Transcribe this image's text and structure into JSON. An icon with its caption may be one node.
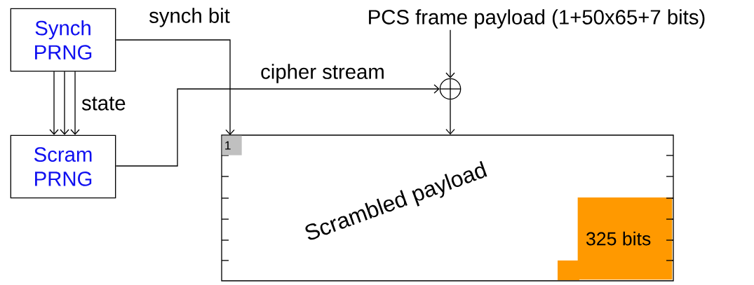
{
  "diagram": {
    "nodes": [
      {
        "text": [
          "Synch PRNG"
        ]
      },
      {
        "text": [
          "Scram PRNG"
        ]
      },
      {
        "text": [
          "Scrambled payload"
        ]
      },
      {
        "text": [
          "1"
        ],
        "in": 2
      },
      {
        "text": [
          "325 bits"
        ],
        "in": 2
      },
      {
        "text": [],
        "shape": "circle"
      },
      {
        "text": [
          "PCS frame payload (1+50x65+7 bits)"
        ]
      }
    ],
    "edges": [
      {
        "from": 0,
        "to": 1,
        "arrow": "to"
      },
      {
        "from": 0,
        "to": 1,
        "arrow": "to"
      },
      {
        "from": 0,
        "to": 1,
        "arrow": "to",
        "label": "state"
      },
      {
        "from": 0,
        "to": 3,
        "arrow": "to",
        "label": "synch bit"
      },
      {
        "from": 1,
        "to": 5,
        "arrow": "to",
        "label": "cipher stream"
      },
      {
        "from": 6,
        "to": 5,
        "arrow": "to"
      },
      {
        "from": 5,
        "to": 2,
        "arrow": "to"
      }
    ]
  }
}
